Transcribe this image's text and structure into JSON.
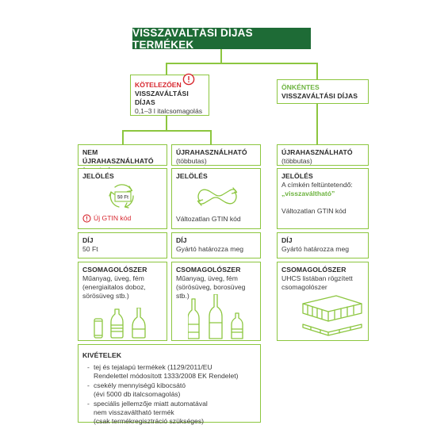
{
  "title": "VISSZAVÁLTÁSI DÍJAS TERMÉKEK",
  "mandatory": {
    "line1": "KÖTELEZŐEN",
    "line2": "VISSZAVÁLTÁSI DÍJAS",
    "line3": "0,1–3 l italcsomagolás",
    "icon": "exclamation-icon"
  },
  "voluntary": {
    "line1": "ÖNKÉNTES",
    "line2": "VISSZAVÁLTÁSI DÍJAS"
  },
  "columns": [
    {
      "type_title": "NEM ÚJRAHASZNÁLHATÓ",
      "type_sub": "(egyutas)",
      "marking_title": "JELÖLÉS",
      "marking_icon_text": "50 Ft",
      "marking_note": "Új GTIN kód",
      "fee_title": "DÍJ",
      "fee_value": "50 Ft",
      "pack_title": "CSOMAGOLÓSZER",
      "pack_l1": "Műanyag, üveg, fém",
      "pack_l2": "(energiaitalos doboz,",
      "pack_l3": "sörösüveg stb.)"
    },
    {
      "type_title": "ÚJRAHASZNÁLHATÓ",
      "type_sub": "(többutas)",
      "marking_title": "JELÖLÉS",
      "marking_note": "Változatlan GTIN kód",
      "fee_title": "DÍJ",
      "fee_value": "Gyártó határozza meg",
      "pack_title": "CSOMAGOLÓSZER",
      "pack_l1": "Műanyag, üveg, fém",
      "pack_l2": "(sörösüveg, borosüveg stb.)"
    },
    {
      "type_title": "ÚJRAHASZNÁLHATÓ",
      "type_sub": "(többutas)",
      "marking_title": "JELÖLÉS",
      "marking_l1": "A címkén feltüntetendő:",
      "marking_l2": "„visszaváltható”",
      "marking_note": "Változatlan GTIN kód",
      "fee_title": "DÍJ",
      "fee_value": "Gyártó határozza meg",
      "pack_title": "CSOMAGOLÓSZER",
      "pack_l1": "UHCS listában rögzített",
      "pack_l2": "csomagolószer"
    }
  ],
  "exceptions": {
    "title": "KIVÉTELEK",
    "items": [
      [
        "tej és tejalapú termékek (1129/2011/EU",
        "Rendelettel módosított 1333/2008 EK Rendelet)"
      ],
      [
        "csekély mennyiségű kibocsátó",
        "(évi 5000 db italcsomagolás)"
      ],
      [
        "speciális jellemzője miatt automatával",
        "nem visszaváltható termék",
        "(csak termékregisztráció szükséges)"
      ]
    ]
  },
  "colors": {
    "dark_green": "#1e6b36",
    "light_green": "#8cc63f",
    "red": "#d7262e",
    "voluntary_green": "#6db33f"
  }
}
